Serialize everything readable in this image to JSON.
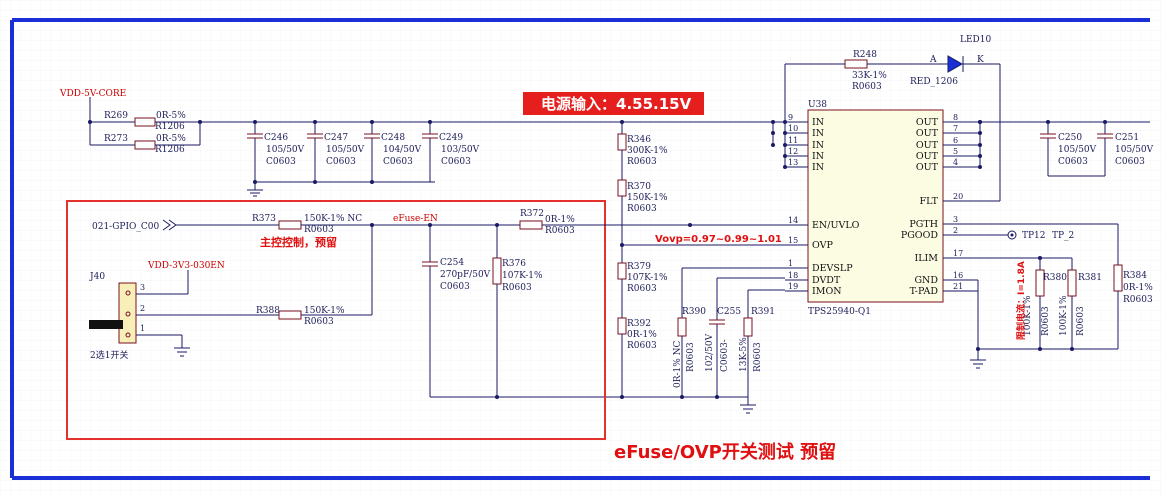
{
  "banner": {
    "text": "电源输入：4.55.15V"
  },
  "ic": {
    "ref": "U38",
    "part": "TPS25940-Q1",
    "left_pins": [
      {
        "num": "9",
        "name": "IN"
      },
      {
        "num": "10",
        "name": "IN"
      },
      {
        "num": "11",
        "name": "IN"
      },
      {
        "num": "12",
        "name": "IN"
      },
      {
        "num": "13",
        "name": "IN"
      },
      {
        "num": "14",
        "name": "EN/UVLO"
      },
      {
        "num": "15",
        "name": "OVP"
      },
      {
        "num": "1",
        "name": "DEVSLP"
      },
      {
        "num": "18",
        "name": "DVDT"
      },
      {
        "num": "19",
        "name": "IMON"
      }
    ],
    "right_pins": [
      {
        "num": "8",
        "name": "OUT"
      },
      {
        "num": "7",
        "name": "OUT"
      },
      {
        "num": "6",
        "name": "OUT"
      },
      {
        "num": "5",
        "name": "OUT"
      },
      {
        "num": "4",
        "name": "OUT"
      },
      {
        "num": "20",
        "name": "FLT"
      },
      {
        "num": "3",
        "name": "PGTH"
      },
      {
        "num": "2",
        "name": "PGOOD"
      },
      {
        "num": "17",
        "name": "ILIM"
      },
      {
        "num": "16",
        "name": "GND"
      },
      {
        "num": "21",
        "name": "T-PAD"
      }
    ]
  },
  "nets": {
    "vdd5v": "VDD-5V-CORE",
    "vdd3v3": "VDD-3V3-030EN",
    "gpio": "021-GPIO_C00",
    "efuse_en": "eFuse-EN"
  },
  "annotations": {
    "master_ctrl": "主控控制，预留",
    "ovp": "Vovp=0.97~0.99~1.01",
    "ilim": "限制电流：I=1.8A",
    "footer": "eFuse/OVP开关测试 预留"
  },
  "led": {
    "ref": "LED10",
    "val": "RED_1206",
    "a": "A",
    "k": "K"
  },
  "r248": {
    "ref": "R248",
    "val": "33K-1%",
    "pkg": "R0603"
  },
  "r269": {
    "ref": "R269",
    "val": "0R-5%",
    "pkg": "R1206"
  },
  "r273": {
    "ref": "R273",
    "val": "0R-5%",
    "pkg": "R1206"
  },
  "c246": {
    "ref": "C246",
    "val": "105/50V",
    "pkg": "C0603"
  },
  "c247": {
    "ref": "C247",
    "val": "105/50V",
    "pkg": "C0603"
  },
  "c248": {
    "ref": "C248",
    "val": "104/50V",
    "pkg": "C0603"
  },
  "c249": {
    "ref": "C249",
    "val": "103/50V",
    "pkg": "C0603"
  },
  "c250": {
    "ref": "C250",
    "val": "105/50V",
    "pkg": "C0603"
  },
  "c251": {
    "ref": "C251",
    "val": "105/50V",
    "pkg": "C0603"
  },
  "r346": {
    "ref": "R346",
    "val": "300K-1%",
    "pkg": "R0603"
  },
  "r370": {
    "ref": "R370",
    "val": "150K-1%",
    "pkg": "R0603"
  },
  "r379": {
    "ref": "R379",
    "val": "107K-1%",
    "pkg": "R0603"
  },
  "r392": {
    "ref": "R392",
    "val": "0R-1%",
    "pkg": "R0603"
  },
  "r373": {
    "ref": "R373",
    "val": "150K-1% NC",
    "pkg": "R0603"
  },
  "r372": {
    "ref": "R372",
    "val": "0R-1%",
    "pkg": "R0603"
  },
  "r388": {
    "ref": "R388",
    "val": "150K-1%",
    "pkg": "R0603"
  },
  "c254": {
    "ref": "C254",
    "val": "270pF/50V",
    "pkg": "C0603"
  },
  "r376": {
    "ref": "R376",
    "val": "107K-1%",
    "pkg": "R0603"
  },
  "r390": {
    "ref": "R390",
    "val": "0R-1% NC",
    "pkg": "R0603"
  },
  "c255": {
    "ref": "C255",
    "val": "102/50V",
    "pkg": "C0603-"
  },
  "r391": {
    "ref": "R391",
    "val": "13K-5%",
    "pkg": "R0603"
  },
  "r380": {
    "ref": "R380",
    "val": "100K-1%",
    "pkg": "R0603"
  },
  "r381": {
    "ref": "R381",
    "val": "100K-1%",
    "pkg": "R0603"
  },
  "r384": {
    "ref": "R384",
    "val": "0R-1%",
    "pkg": "R0603"
  },
  "j40": {
    "ref": "J40",
    "desc": "2选1开关",
    "p1": "1",
    "p2": "2",
    "p3": "3"
  },
  "tp": {
    "ref": "TP12",
    "name": "TP_2"
  },
  "colors": {
    "wire": "#1a1a66",
    "frame": "#1a2fd6",
    "highlight": "#e02020",
    "grid": "#ececec"
  }
}
